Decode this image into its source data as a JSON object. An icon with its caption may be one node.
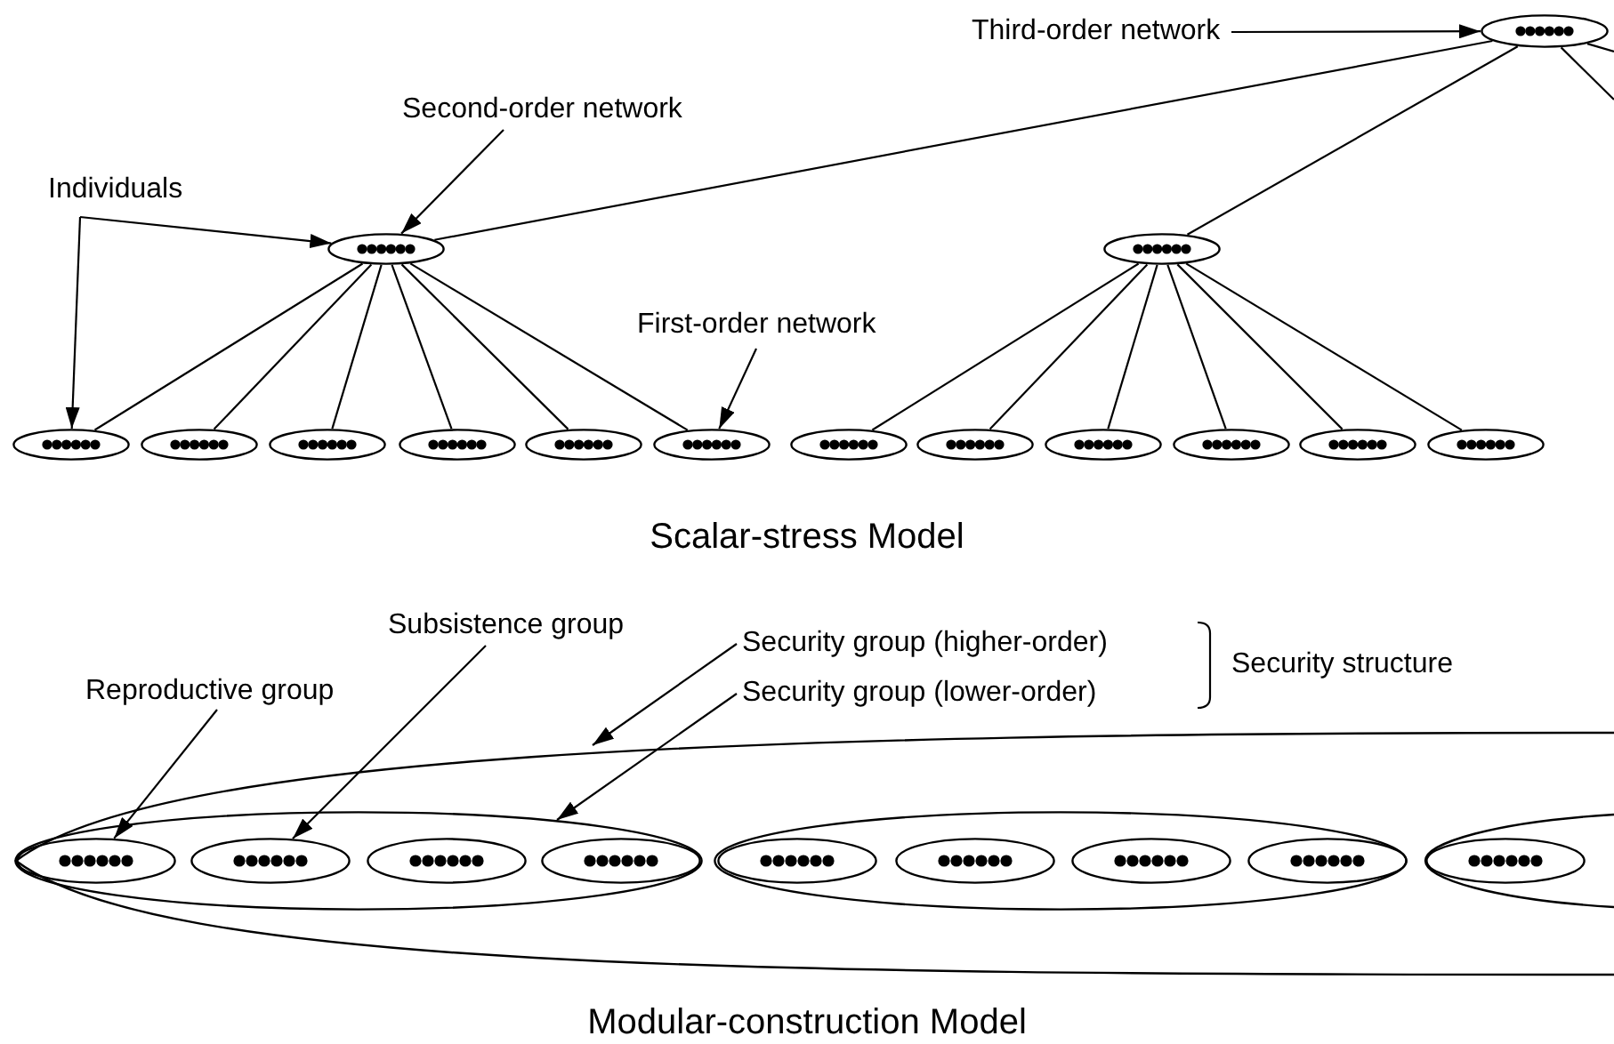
{
  "diagram": {
    "nodes": [
      {
        "text": [
          "Third-order network"
        ]
      },
      {
        "text": [],
        "shape": "ellipse"
      },
      {
        "text": [
          "Second-order network"
        ]
      },
      {
        "text": [
          "Individuals"
        ]
      },
      {
        "text": [],
        "shape": "ellipse"
      },
      {
        "text": [
          "First-order network"
        ]
      },
      {
        "text": [],
        "shape": "ellipse"
      },
      {
        "text": [],
        "shape": "ellipse"
      },
      {
        "text": [],
        "shape": "ellipse"
      },
      {
        "text": [],
        "shape": "ellipse"
      },
      {
        "text": [],
        "shape": "ellipse"
      },
      {
        "text": [],
        "shape": "ellipse"
      },
      {
        "text": [],
        "shape": "ellipse"
      },
      {
        "text": [],
        "shape": "ellipse"
      },
      {
        "text": [],
        "shape": "ellipse"
      },
      {
        "text": [],
        "shape": "ellipse"
      },
      {
        "text": [],
        "shape": "ellipse"
      },
      {
        "text": [],
        "shape": "ellipse"
      },
      {
        "text": [],
        "shape": "ellipse"
      },
      {
        "text": [
          "Subsistence group"
        ]
      },
      {
        "text": [
          "Security group (higher-order)"
        ]
      },
      {
        "text": [
          "Reproductive group"
        ]
      },
      {
        "text": [
          "Security group (lower-order)"
        ]
      },
      {
        "text": [],
        "shape": "ellipse"
      },
      {
        "text": [],
        "shape": "ellipse",
        "in": 23
      },
      {
        "text": [],
        "shape": "ellipse",
        "in": 24
      },
      {
        "text": [],
        "shape": "ellipse",
        "in": 24
      },
      {
        "text": [],
        "shape": "ellipse",
        "in": 24
      },
      {
        "text": [],
        "shape": "ellipse",
        "in": 24
      },
      {
        "text": [],
        "shape": "ellipse",
        "in": 23
      },
      {
        "text": [],
        "shape": "ellipse",
        "in": 29
      },
      {
        "text": [],
        "shape": "ellipse",
        "in": 29
      },
      {
        "text": [],
        "shape": "ellipse",
        "in": 29
      },
      {
        "text": [],
        "shape": "ellipse",
        "in": 29
      },
      {
        "text": [],
        "shape": "ellipse",
        "in": 23
      },
      {
        "text": [],
        "shape": "ellipse",
        "in": 34
      }
    ],
    "edges": [
      {
        "from": 0,
        "to": 1,
        "arrow": "to"
      },
      {
        "from": 2,
        "to": 4,
        "arrow": "to"
      },
      {
        "from": 3,
        "to": 4,
        "arrow": "to"
      },
      {
        "from": 3,
        "to": 6,
        "arrow": "to"
      },
      {
        "from": 5,
        "to": 11,
        "arrow": "to"
      },
      {
        "from": 4,
        "to": 1,
        "arrow": "none"
      },
      {
        "from": 12,
        "to": 1,
        "arrow": "none"
      },
      {
        "from": 1,
        "to": null,
        "arrow": "none"
      },
      {
        "from": 1,
        "to": null,
        "arrow": "none"
      },
      {
        "from": 4,
        "to": 6,
        "arrow": "none"
      },
      {
        "from": 4,
        "to": 7,
        "arrow": "none"
      },
      {
        "from": 4,
        "to": 8,
        "arrow": "none"
      },
      {
        "from": 4,
        "to": 9,
        "arrow": "none"
      },
      {
        "from": 4,
        "to": 10,
        "arrow": "none"
      },
      {
        "from": 4,
        "to": 11,
        "arrow": "none"
      },
      {
        "from": 12,
        "to": 13,
        "arrow": "none"
      },
      {
        "from": 12,
        "to": 14,
        "arrow": "none"
      },
      {
        "from": 12,
        "to": 15,
        "arrow": "none"
      },
      {
        "from": 12,
        "to": 16,
        "arrow": "none"
      },
      {
        "from": 12,
        "to": 17,
        "arrow": "none"
      },
      {
        "from": 12,
        "to": 18,
        "arrow": "none"
      },
      {
        "from": 21,
        "to": 25,
        "arrow": "to"
      },
      {
        "from": 19,
        "to": 26,
        "arrow": "to"
      },
      {
        "from": 20,
        "to": 23,
        "arrow": "to"
      },
      {
        "from": 22,
        "to": 24,
        "arrow": "to"
      }
    ],
    "labels": [
      "Scalar-stress Model",
      "Security structure",
      "Modular-construction Model"
    ]
  }
}
